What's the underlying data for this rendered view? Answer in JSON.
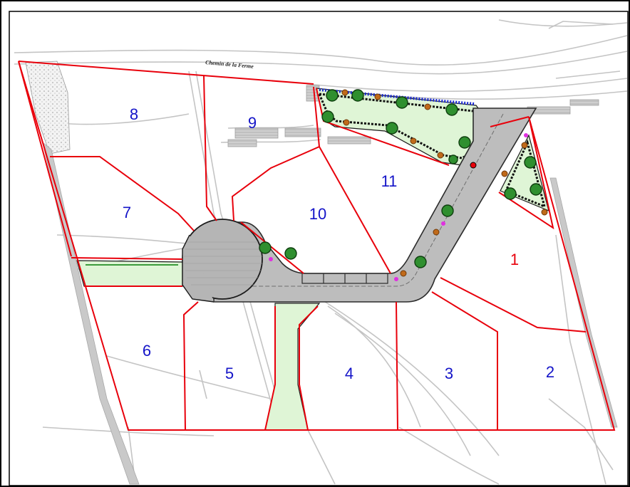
{
  "plan": {
    "road_name": "Chemin de la Ferme",
    "colors": {
      "lot_border": "#e8000b",
      "lot_label": "#1414c8",
      "lot_label_special": "#e8000b",
      "road_fill": "#bdbdbd",
      "road_outline": "#2b2b2b",
      "green_space": "#dff5d6",
      "tree": "#2f8f2f",
      "shrub": "#c06a1a",
      "background_lines": "#c2c2c2",
      "hatching": "#b8b8b8"
    },
    "lots": [
      {
        "id": "1",
        "label": "1"
      },
      {
        "id": "2",
        "label": "2"
      },
      {
        "id": "3",
        "label": "3"
      },
      {
        "id": "4",
        "label": "4"
      },
      {
        "id": "5",
        "label": "5"
      },
      {
        "id": "6",
        "label": "6"
      },
      {
        "id": "7",
        "label": "7"
      },
      {
        "id": "8",
        "label": "8"
      },
      {
        "id": "9",
        "label": "9"
      },
      {
        "id": "10",
        "label": "10"
      },
      {
        "id": "11",
        "label": "11"
      }
    ]
  }
}
